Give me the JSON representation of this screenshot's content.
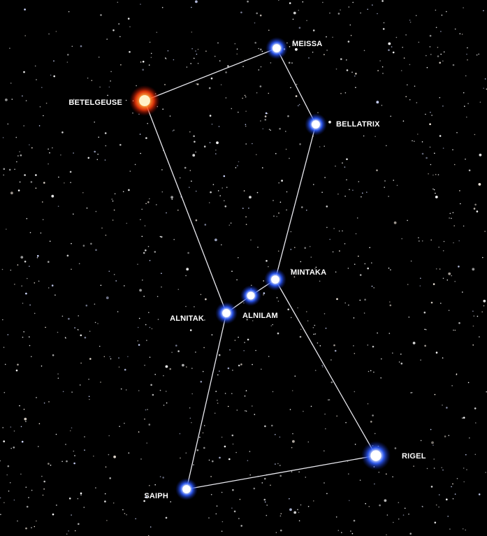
{
  "stars": [
    {
      "id": "meissa",
      "label": "MEISSA",
      "color": "blue"
    },
    {
      "id": "betelgeuse",
      "label": "BETELGEUSE",
      "color": "red"
    },
    {
      "id": "bellatrix",
      "label": "BELLATRIX",
      "color": "blue"
    },
    {
      "id": "mintaka",
      "label": "MINTAKA",
      "color": "blue"
    },
    {
      "id": "alnilam",
      "label": "ALNILAM",
      "color": "blue"
    },
    {
      "id": "alnitak",
      "label": "ALNITAK",
      "color": "blue"
    },
    {
      "id": "rigel",
      "label": "RIGEL",
      "color": "blue"
    },
    {
      "id": "saiph",
      "label": "SAIPH",
      "color": "blue"
    }
  ],
  "lines": [
    [
      "betelgeuse",
      "meissa"
    ],
    [
      "meissa",
      "bellatrix"
    ],
    [
      "bellatrix",
      "mintaka"
    ],
    [
      "betelgeuse",
      "alnitak"
    ],
    [
      "alnitak",
      "alnilam"
    ],
    [
      "alnilam",
      "mintaka"
    ],
    [
      "mintaka",
      "rigel"
    ],
    [
      "alnitak",
      "saiph"
    ],
    [
      "saiph",
      "rigel"
    ]
  ],
  "colors": {
    "background": "#000000",
    "line": "#e9e9ef",
    "star_blue": "#2b5cff",
    "star_red": "#ff3b0a",
    "label": "#ffffff"
  }
}
